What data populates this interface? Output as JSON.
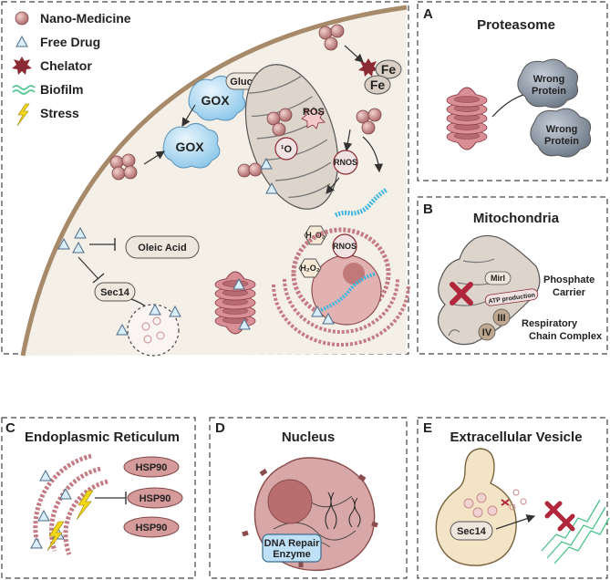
{
  "legend": {
    "nano_medicine": "Nano-Medicine",
    "free_drug": "Free Drug",
    "chelator": "Chelator",
    "biofilm": "Biofilm",
    "stress": "Stress"
  },
  "cell": {
    "glucose": "Glucose",
    "gox_1": "GOX",
    "gox_2": "GOX",
    "ros": "ROS",
    "singlet_oxygen": "¹O",
    "fe_1": "Fe",
    "fe_2": "Fe",
    "rnos_1": "RNOS",
    "rnos_2": "RNOS",
    "h2o2_1": "H₂O₂",
    "h2o2_2": "H₂O₂",
    "oleic_acid": "Oleic Acid",
    "sec14": "Sec14"
  },
  "panel_a": {
    "letter": "A",
    "title": "Proteasome",
    "wrong_protein_1": [
      "Wrong",
      "Protein"
    ],
    "wrong_protein_2": [
      "Wrong",
      "Protein"
    ]
  },
  "panel_b": {
    "letter": "B",
    "title": "Mitochondria",
    "mirl": "Mirl",
    "atp": "ATP production",
    "phosphate_carrier": [
      "Phosphate",
      "Carrier"
    ],
    "complex_iii": "III",
    "complex_iv": "IV",
    "respiratory": [
      "Respiratory",
      "Chain Complex"
    ]
  },
  "panel_c": {
    "letter": "C",
    "title": "Endoplasmic Reticulum",
    "hsp90_1": "HSP90",
    "hsp90_2": "HSP90",
    "hsp90_3": "HSP90"
  },
  "panel_d": {
    "letter": "D",
    "title": "Nucleus",
    "dna_repair": [
      "DNA Repair",
      "Enzyme"
    ]
  },
  "panel_e": {
    "letter": "E",
    "title": "Extracellular Vesicle",
    "sec14": "Sec14"
  },
  "colors": {
    "nano": "#c98a8a",
    "proteasome": "#d88f96",
    "cell_bg": "#f4efe7",
    "cell_edge": "#a68a6a",
    "gox": "#bfe1f7",
    "biofilm": "#3fb6e0"
  }
}
